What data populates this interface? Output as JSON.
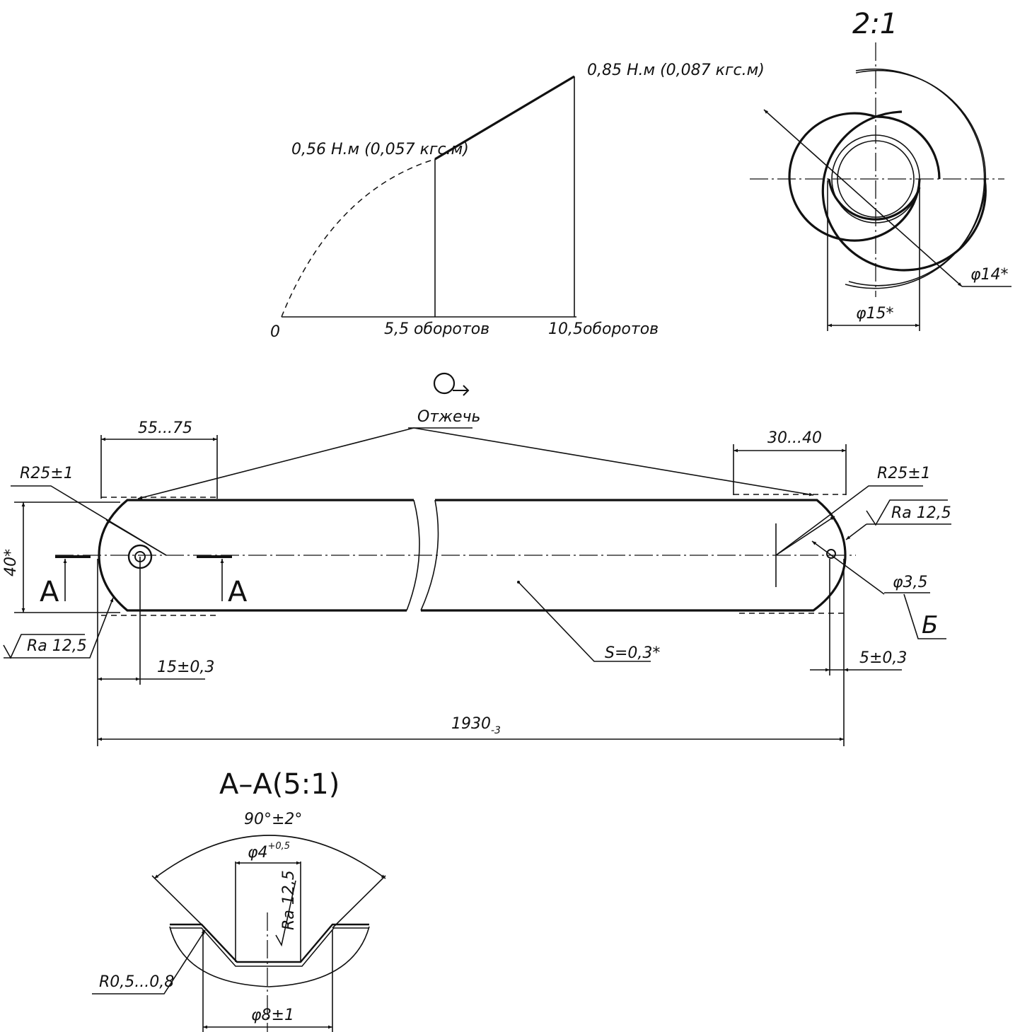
{
  "scale_detail": "2:1",
  "torque_graph": {
    "torque_low": "0,56 Н.м (0,057 кгс.м)",
    "torque_high": "0,85 Н.м (0,087 кгс.м)",
    "origin": "0",
    "turns_mid": "5,5 оборотов",
    "turns_max": "10,5оборотов"
  },
  "spiral_view": {
    "dia_inner": "φ14*",
    "dia_outer": "φ15*"
  },
  "anneal": {
    "label": "Отжечь"
  },
  "strip": {
    "dim_left_anneal": "55...75",
    "dim_right_anneal": "30...40",
    "radius_left": "R25±1",
    "radius_right": "R25±1",
    "roughness_right": "Ra 12,5",
    "roughness_left": "Ra 12,5",
    "width": "40*",
    "section_mark_left": "A",
    "section_mark_right": "A",
    "hole_dia": "φ3,5",
    "view_b": "Б",
    "thickness": "S=0,3*",
    "hole_offset_left": "15±0,3",
    "hole_offset_right": "5±0,3",
    "length": "1930",
    "length_tol": "-3"
  },
  "section": {
    "title": "A–A(5:1)",
    "angle": "90°±2°",
    "hole_dia": "φ4",
    "hole_tol": "+0,5",
    "roughness": "Ra 12,5",
    "radius": "R0,5...0,8",
    "outer_dia": "φ8±1"
  }
}
